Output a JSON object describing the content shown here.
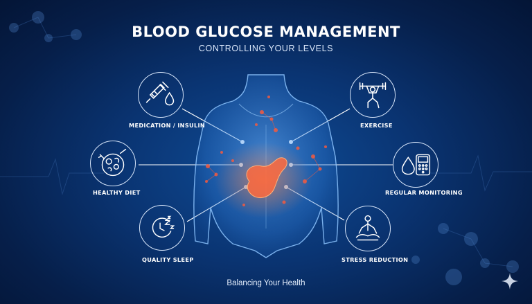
{
  "header": {
    "title": "BLOOD GLUCOSE MANAGEMENT",
    "subtitle": "CONTROLLING YOUR LEVELS"
  },
  "footer": {
    "tagline": "Balancing Your Health"
  },
  "factors": [
    {
      "label": "MEDICATION / INSULIN",
      "icon": "syringe-drop-icon"
    },
    {
      "label": "HEALTHY DIET",
      "icon": "food-bowl-icon"
    },
    {
      "label": "QUALITY SLEEP",
      "icon": "clock-zzz-icon"
    },
    {
      "label": "EXERCISE",
      "icon": "weightlifter-icon"
    },
    {
      "label": "REGULAR MONITORING",
      "icon": "glucose-meter-icon"
    },
    {
      "label": "STRESS REDUCTION",
      "icon": "meditation-icon"
    }
  ],
  "colors": {
    "background": "#0a3472",
    "accent": "#ff6a3d",
    "outline": "#d8e6fa"
  }
}
